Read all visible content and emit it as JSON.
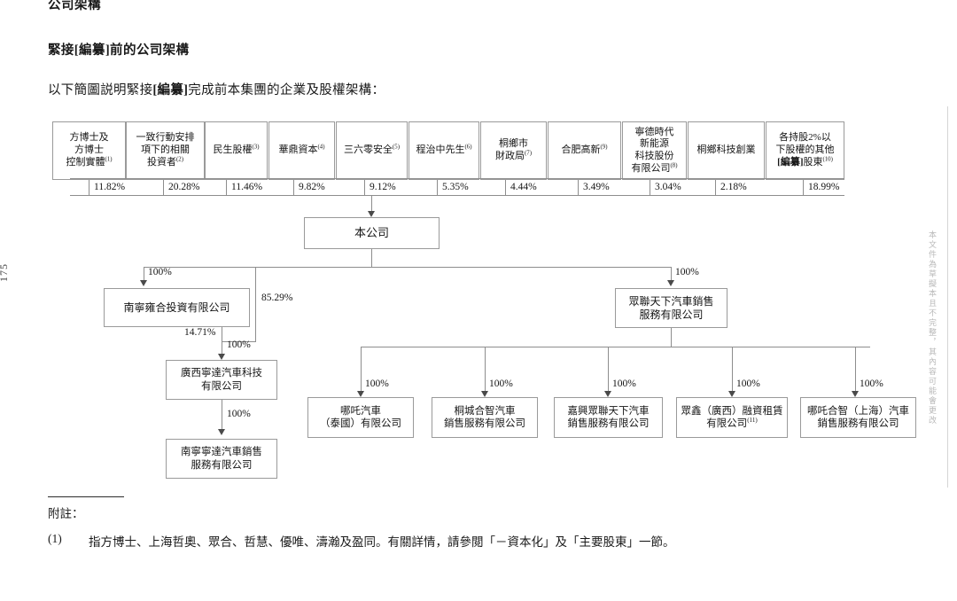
{
  "document": {
    "section_heading": "公司架構",
    "sub_heading": "緊接[編纂]前的公司架構",
    "intro_a": "以下簡圖説明緊接",
    "intro_b": "[編纂]",
    "intro_c": "完成前本集團的企業及股權架構：",
    "page_number": "175",
    "side_margin_text": "本文件為草擬本且不完整，其內容可能會更改"
  },
  "chart_data": {
    "type": "diagram",
    "title": "緊接[編纂]前的公司架構",
    "shareholders": [
      {
        "name": "方博士及\n方博士\n控制實體",
        "note": "(1)",
        "percent": "11.82%"
      },
      {
        "name": "一致行動安排\n項下的相關\n投資者",
        "note": "(2)",
        "percent": "20.28%"
      },
      {
        "name": "民生股權",
        "note": "(3)",
        "percent": "11.46%"
      },
      {
        "name": "華鼎資本",
        "note": "(4)",
        "percent": "9.82%"
      },
      {
        "name": "三六零安全",
        "note": "(5)",
        "percent": "9.12%"
      },
      {
        "name": "程治中先生",
        "note": "(6)",
        "percent": "5.35%"
      },
      {
        "name": "桐鄉市\n財政局",
        "note": "(7)",
        "percent": "4.44%"
      },
      {
        "name": "合肥高新",
        "note": "(9)",
        "percent": "3.49%"
      },
      {
        "name": "寧德時代\n新能源\n科技股份\n有限公司",
        "note": "(8)",
        "percent": "3.04%"
      },
      {
        "name": "桐鄉科技創業",
        "note": "",
        "percent": "2.18%"
      },
      {
        "name": "各持股2%以\n下股權的其他\n[編纂]股東",
        "note": "(10)",
        "percent": "18.99%"
      }
    ],
    "company": {
      "name": "本公司"
    },
    "entities": {
      "nanning_yonghe": "南寧雍合投資有限公司",
      "guangxi_ningda": "廣西寧達汽車科技\n有限公司",
      "nanning_ningda": "南寧寧達汽車銷售\n服務有限公司",
      "zhonglian": "眾聯天下汽車銷售\n服務有限公司",
      "nezha_thai": "哪吒汽車\n（泰國）有限公司",
      "tongcheng_hezhi": "桐城合智汽車\n銷售服務有限公司",
      "jiaxing_zhonglian": "嘉興眾聯天下汽車\n銷售服務有限公司",
      "zhongxin_guangxi": "眾鑫（廣西）融資租賃\n有限公司",
      "zhongxin_note": "(11)",
      "nezha_hezhi_sh": "哪吒合智（上海）汽車\n銷售服務有限公司"
    },
    "edges": [
      {
        "from": "本公司",
        "to": "南寧雍合投資有限公司",
        "label": "100%"
      },
      {
        "from": "本公司",
        "to": "廣西寧達汽車科技有限公司",
        "label": "85.29%"
      },
      {
        "from": "南寧雍合投資有限公司",
        "to": "廣西寧達汽車科技有限公司",
        "label": "14.71%"
      },
      {
        "from": "廣西寧達汽車科技有限公司",
        "to": "廣西寧達汽車科技有限公司-child",
        "label": "100%"
      },
      {
        "from": "廣西寧達汽車科技有限公司",
        "to": "南寧寧達汽車銷售服務有限公司",
        "label": "100%"
      },
      {
        "from": "本公司",
        "to": "眾聯天下汽車銷售服務有限公司",
        "label": "100%"
      },
      {
        "from": "眾聯天下汽車銷售服務有限公司",
        "to": "哪吒汽車（泰國）有限公司",
        "label": "100%"
      },
      {
        "from": "眾聯天下汽車銷售服務有限公司",
        "to": "桐城合智汽車銷售服務有限公司",
        "label": "100%"
      },
      {
        "from": "眾聯天下汽車銷售服務有限公司",
        "to": "嘉興眾聯天下汽車銷售服務有限公司",
        "label": "100%"
      },
      {
        "from": "眾聯天下汽車銷售服務有限公司",
        "to": "眾鑫（廣西）融資租賃有限公司",
        "label": "100%"
      },
      {
        "from": "眾聯天下汽車銷售服務有限公司",
        "to": "哪吒合智（上海）汽車銷售服務有限公司",
        "label": "100%"
      }
    ],
    "edge_labels": {
      "l_100_a": "100%",
      "l_8529": "85.29%",
      "l_1471": "14.71%",
      "l_100_b": "100%",
      "l_100_c": "100%",
      "l_100_d": "100%",
      "l_100_e": "100%",
      "l_100_f": "100%",
      "l_100_g": "100%",
      "l_100_h": "100%",
      "l_100_i": "100%"
    }
  },
  "footnotes": {
    "rule_label": "附註：",
    "items": [
      {
        "num": "(1)",
        "text": "指方博士、上海哲奧、眾合、哲慧、優唯、濤瀚及盈同。有關詳情，請參閲「－資本化」及「主要股東」一節。"
      }
    ]
  }
}
